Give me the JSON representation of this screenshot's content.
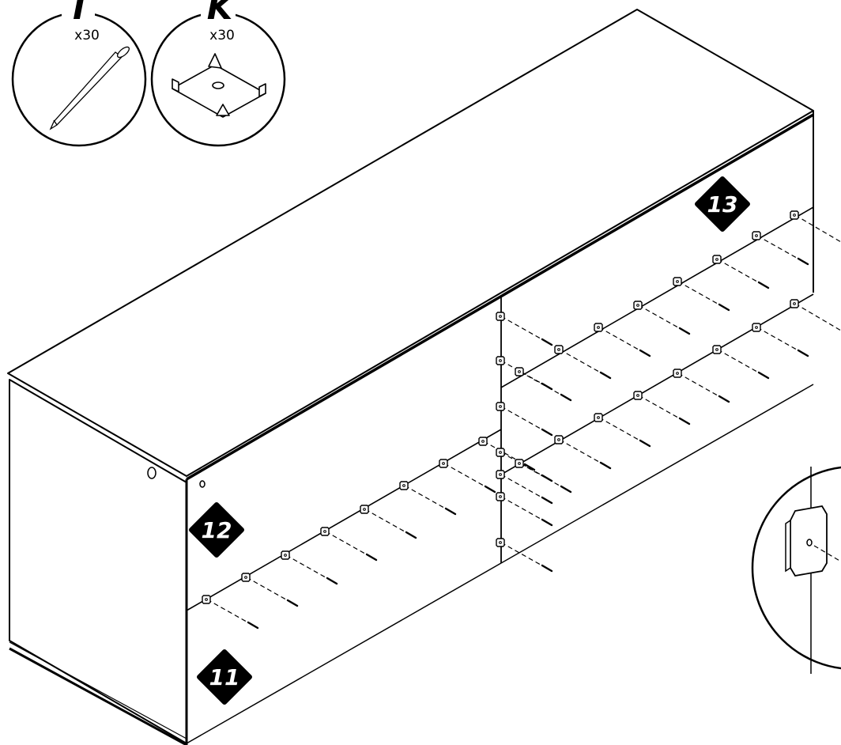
{
  "parts": [
    {
      "letter": "I",
      "quantity": "x30",
      "icon": "nail-icon"
    },
    {
      "letter": "K",
      "quantity": "x30",
      "icon": "back-panel-clip-icon"
    }
  ],
  "panels": [
    {
      "number": "11"
    },
    {
      "number": "12"
    },
    {
      "number": "13"
    }
  ],
  "detail": {
    "icon": "clip-nail-detail-icon"
  }
}
